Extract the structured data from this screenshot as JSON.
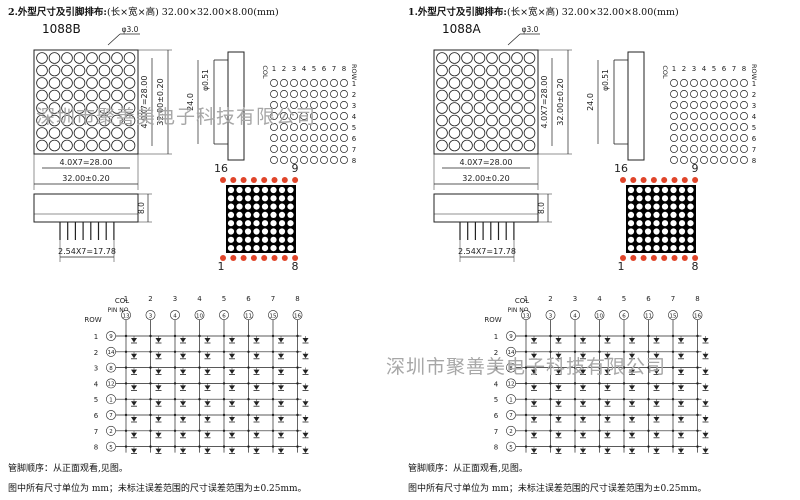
{
  "panels": [
    {
      "header_bold": "2.外型尺寸及引脚排布:",
      "header_rest": "(长×宽×高) 32.00×32.00×8.00(mm)",
      "model": "1088B",
      "dims": {
        "phi": "φ3.0",
        "w28": "4.0X7=28.00",
        "w32": "32.00±0.20",
        "h28": "4.0X7=28.00",
        "h32": "32.00±0.20",
        "h24": "24.0",
        "d051": "φ0.51",
        "t8": "8.0",
        "pitch": "2.54X7=17.78"
      },
      "pinout": {
        "col_label": "COL",
        "row_label": "ROW",
        "cols": [
          "1",
          "2",
          "3",
          "4",
          "5",
          "6",
          "7",
          "8"
        ],
        "rows": [
          "1",
          "2",
          "3",
          "4",
          "5",
          "6",
          "7",
          "8"
        ],
        "tl": "16",
        "tr": "9",
        "bl": "1",
        "br": "8"
      },
      "schematic": {
        "col_label": "COL",
        "pin_label": "PIN NO",
        "row_label": "ROW",
        "col_nums": [
          "1",
          "2",
          "3",
          "4",
          "5",
          "6",
          "7",
          "8"
        ],
        "col_pins": [
          "13",
          "3",
          "4",
          "10",
          "6",
          "11",
          "15",
          "16"
        ],
        "row_nums": [
          "1",
          "2",
          "3",
          "4",
          "5",
          "6",
          "7",
          "8"
        ],
        "row_pins": [
          "9",
          "14",
          "8",
          "12",
          "1",
          "7",
          "2",
          "5"
        ]
      },
      "note1": "管脚顺序：从正面观看,见图。",
      "note2": "图中所有尺寸单位为 mm；未标注误差范围的尺寸误差范围为±0.25mm。"
    },
    {
      "header_bold": "1.外型尺寸及引脚排布:",
      "header_rest": "(长×宽×高) 32.00×32.00×8.00(mm)",
      "model": "1088A",
      "dims": {
        "phi": "φ3.0",
        "w28": "4.0X7=28.00",
        "w32": "32.00±0.20",
        "h28": "4.0X7=28.00",
        "h32": "32.00±0.20",
        "h24": "24.0",
        "d051": "φ0.51",
        "t8": "8.0",
        "pitch": "2.54X7=17.78"
      },
      "pinout": {
        "col_label": "COL",
        "row_label": "ROW",
        "cols": [
          "1",
          "2",
          "3",
          "4",
          "5",
          "6",
          "7",
          "8"
        ],
        "rows": [
          "1",
          "2",
          "3",
          "4",
          "5",
          "6",
          "7",
          "8"
        ],
        "tl": "16",
        "tr": "9",
        "bl": "1",
        "br": "8"
      },
      "schematic": {
        "col_label": "COL",
        "pin_label": "PIN NO",
        "row_label": "ROW",
        "col_nums": [
          "1",
          "2",
          "3",
          "4",
          "5",
          "6",
          "7",
          "8"
        ],
        "col_pins": [
          "13",
          "3",
          "4",
          "10",
          "6",
          "11",
          "15",
          "16"
        ],
        "row_nums": [
          "1",
          "2",
          "3",
          "4",
          "5",
          "6",
          "7",
          "8"
        ],
        "row_pins": [
          "9",
          "14",
          "8",
          "12",
          "1",
          "7",
          "2",
          "5"
        ]
      },
      "note1": "管脚顺序：从正面观看,见图。",
      "note2": "图中所有尺寸单位为 mm；未标注误差范围的尺寸误差范围为±0.25mm。"
    }
  ],
  "watermarks": [
    {
      "text": "深圳市聚善美电子科技有限公司"
    },
    {
      "text": "深圳市聚善美电子科技有限公司"
    }
  ],
  "colors": {
    "pin_dot": "#e0452a",
    "matrix_bg": "#000000",
    "line": "#222222",
    "watermark": "#a7a7a7"
  }
}
